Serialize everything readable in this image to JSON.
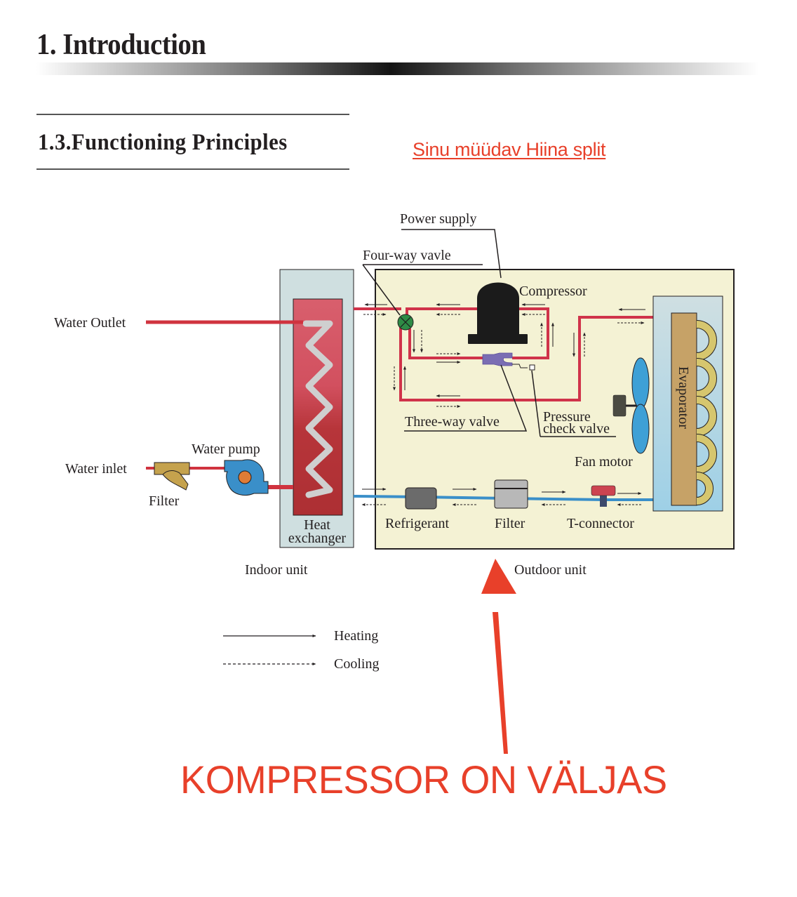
{
  "header": {
    "chapter_title": "1. Introduction",
    "section_title": "1.3.Functioning Principles"
  },
  "annotation": {
    "link_text": "Sinu müüdav Hiina split",
    "callout_text": "KOMPRESSOR ON VÄLJAS",
    "accent_color": "#e8402a"
  },
  "diagram": {
    "labels": {
      "power_supply": "Power supply",
      "four_way_valve": "Four-way vavle",
      "compressor": "Compressor",
      "water_outlet": "Water Outlet",
      "water_inlet": "Water inlet",
      "water_pump": "Water pump",
      "filter_water": "Filter",
      "heat_exchanger_1": "Heat",
      "heat_exchanger_2": "exchanger",
      "three_way_valve": "Three-way valve",
      "pressure_check_1": "Pressure",
      "pressure_check_2": "check valve",
      "fan_motor": "Fan motor",
      "evaporator": "Evaporator",
      "refrigerant": "Refrigerant",
      "filter_refrigerant": "Filter",
      "t_connector": "T-connector",
      "indoor_unit": "Indoor unit",
      "outdoor_unit": "Outdoor unit"
    },
    "legend": [
      {
        "label": "Heating",
        "style": "solid"
      },
      {
        "label": "Cooling",
        "style": "dashed"
      }
    ],
    "colors": {
      "hot_pipe": "#d0334a",
      "cold_pipe": "#3a8fc9",
      "outdoor_bg": "#f4f2d4",
      "indoor_bg": "#cfdfe0",
      "compressor": "#1b1b1b",
      "valve_green": "#2e8b46",
      "fan_blue": "#3ea0d6",
      "evaporator_body": "#c6a267",
      "coil_tube": "#d6c66e"
    }
  }
}
